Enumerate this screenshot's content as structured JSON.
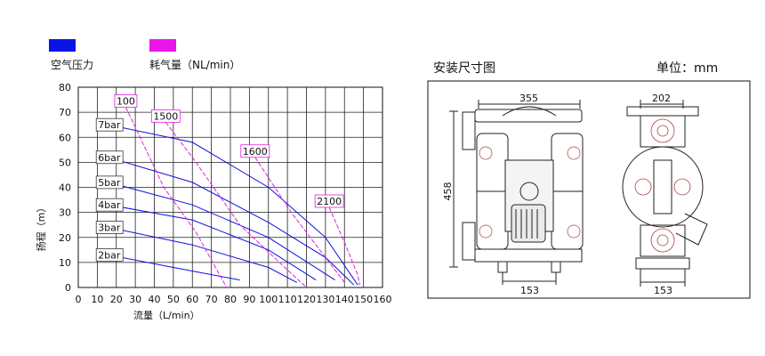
{
  "legend": {
    "items": [
      {
        "label": "空气压力",
        "color": "#0a14e6"
      },
      {
        "label": "耗气量（NL/min）",
        "color": "#e816e8"
      }
    ]
  },
  "drawing": {
    "title": "安装尺寸图",
    "unit_label": "单位：mm",
    "dims": {
      "front_width": "355",
      "front_height": "458",
      "front_base": "153",
      "side_width": "202",
      "side_base": "153"
    }
  },
  "chart_data": {
    "type": "line",
    "xlabel": "流量（L/min）",
    "ylabel": "扬程（m）",
    "xlim": [
      0,
      160
    ],
    "ylim": [
      0,
      80
    ],
    "xticks": [
      0,
      10,
      20,
      30,
      40,
      50,
      60,
      70,
      80,
      90,
      100,
      110,
      120,
      130,
      140,
      150,
      160
    ],
    "yticks": [
      0,
      10,
      20,
      30,
      40,
      50,
      60,
      70,
      80
    ],
    "grid": true,
    "colors": {
      "pressure": "#1010e0",
      "air": "#e020e0"
    },
    "pressure_series": [
      {
        "name": "7bar",
        "points": [
          [
            16,
            65
          ],
          [
            60,
            58
          ],
          [
            100,
            40
          ],
          [
            130,
            20
          ],
          [
            147,
            1
          ]
        ]
      },
      {
        "name": "6bar",
        "points": [
          [
            16,
            52
          ],
          [
            60,
            42
          ],
          [
            100,
            26
          ],
          [
            130,
            12
          ],
          [
            145,
            1
          ]
        ]
      },
      {
        "name": "5bar",
        "points": [
          [
            16,
            42
          ],
          [
            60,
            33
          ],
          [
            100,
            20
          ],
          [
            135,
            3
          ]
        ]
      },
      {
        "name": "4bar",
        "points": [
          [
            16,
            33
          ],
          [
            60,
            27
          ],
          [
            100,
            15
          ],
          [
            125,
            3
          ]
        ]
      },
      {
        "name": "3bar",
        "points": [
          [
            16,
            24
          ],
          [
            60,
            17
          ],
          [
            100,
            8
          ],
          [
            115,
            2
          ]
        ]
      },
      {
        "name": "2bar",
        "points": [
          [
            16,
            13
          ],
          [
            50,
            8
          ],
          [
            85,
            3
          ]
        ]
      }
    ],
    "air_series": [
      {
        "name": "100",
        "points": [
          [
            25,
            72
          ],
          [
            45,
            40
          ],
          [
            62,
            22
          ],
          [
            78,
            0
          ]
        ]
      },
      {
        "name": "1500",
        "points": [
          [
            46,
            66
          ],
          [
            60,
            52
          ],
          [
            85,
            25
          ],
          [
            110,
            7
          ],
          [
            120,
            0
          ]
        ]
      },
      {
        "name": "1600",
        "points": [
          [
            93,
            52
          ],
          [
            112,
            30
          ],
          [
            125,
            17
          ],
          [
            137,
            5
          ],
          [
            140,
            2
          ]
        ]
      },
      {
        "name": "2100",
        "points": [
          [
            132,
            32
          ],
          [
            140,
            18
          ],
          [
            147,
            5
          ],
          [
            148,
            1
          ]
        ]
      }
    ]
  }
}
